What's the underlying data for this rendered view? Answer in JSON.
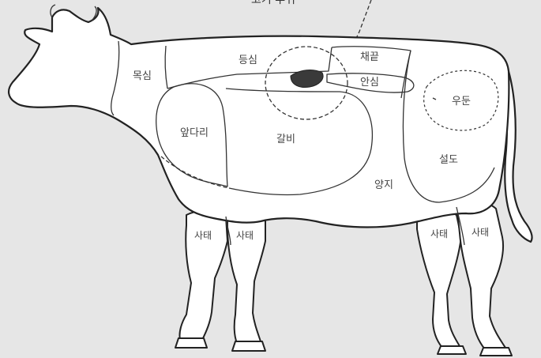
{
  "top_text": "고기 부위",
  "parts": {
    "moksim": "목심",
    "deungsim": "등심",
    "chaekkeut": "채끝",
    "ansim": "안심",
    "apdari": "앞다리",
    "galbi": "갈비",
    "udun": "우둔",
    "seoldo": "설도",
    "yangji": "양지",
    "satae_1": "사태",
    "satae_2": "사태",
    "satae_3": "사태",
    "satae_4": "사태"
  }
}
